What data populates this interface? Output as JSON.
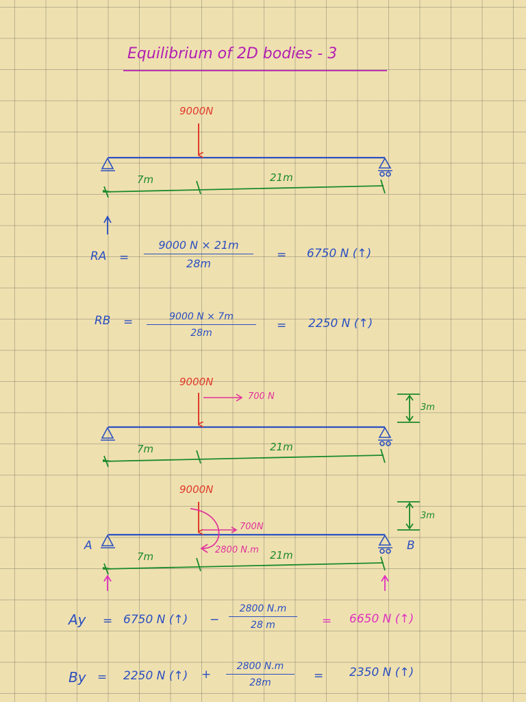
{
  "title": "Equilibrium of 2D bodies - 3",
  "diagram1": {
    "load": "9000N",
    "seg_left": "7m",
    "seg_right": "21m"
  },
  "diagram2": {
    "load": "9000N",
    "horizontal_load": "700 N",
    "height": "3m",
    "seg_left": "7m",
    "seg_right": "21m"
  },
  "diagram3": {
    "load": "9000N",
    "horizontal_load": "700N",
    "moment": "2800 N.m",
    "height": "3m",
    "seg_left": "7m",
    "seg_right": "21m",
    "label_a": "A",
    "label_b": "B"
  },
  "eq_ra": {
    "lhs": "RA",
    "eq": "=",
    "num": "9000 N × 21m",
    "den": "28m",
    "eq2": "=",
    "result": "6750 N (↑)"
  },
  "eq_rb": {
    "lhs": "RB",
    "eq": "=",
    "num": "9000 N × 7m",
    "den": "28m",
    "eq2": "=",
    "result": "2250 N (↑)"
  },
  "eq_ay": {
    "lhs": "Ay",
    "eq": "=",
    "term1": "6750 N (↑)",
    "op": "−",
    "num": "2800 N.m",
    "den": "28 m",
    "eq2": "=",
    "result": "6650 N (↑)"
  },
  "eq_by": {
    "lhs": "By",
    "eq": "=",
    "term1": "2250 N (↑)",
    "op": "+",
    "num": "2800 N.m",
    "den": "28m",
    "eq2": "=",
    "result": "2350 N (↑)"
  },
  "colors": {
    "title": "#b21fb0",
    "beam": "#2a4fc0",
    "load": "#e03a2a",
    "dimension": "#1a8a2a",
    "reaction": "#e030c0",
    "moment": "#e0309a"
  }
}
